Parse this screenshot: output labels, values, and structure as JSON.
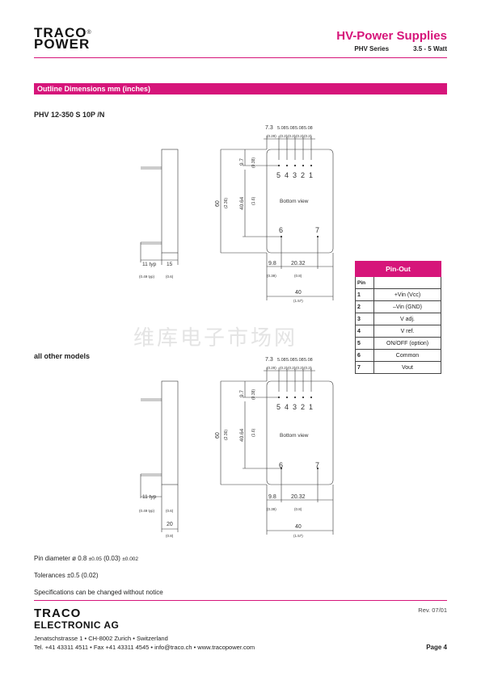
{
  "header": {
    "logo_line1": "TRACO",
    "logo_line2": "POWER",
    "logo_reg": "®",
    "title": "HV-Power Supplies",
    "series": "PHV Series",
    "power": "3.5 - 5 Watt"
  },
  "section": {
    "title": "Outline Dimensions mm (inches)"
  },
  "drawings": [
    {
      "model_label": "PHV 12-350 S 10P /N",
      "pitch_labels": [
        "7.3",
        "5.08",
        "5.08",
        "5.08",
        "5.08"
      ],
      "pitch_inch_labels": [
        "(0.29)",
        "(0.2)",
        "(0.2)",
        "(0.2)",
        "(0.2)"
      ],
      "dim_97": "9.7",
      "dim_97_in": "(0.38)",
      "dim_60": "60",
      "dim_60_in": "(2.36)",
      "dim_4064": "40.64",
      "dim_4064_in": "(1.6)",
      "pins_top": [
        "5",
        "4",
        "3",
        "2",
        "1"
      ],
      "bottom_view": "Bottom view",
      "pin6": "6",
      "pin7": "7",
      "dim_98": "9.8",
      "dim_98_in": "(0.39)",
      "dim_2032": "20.32",
      "dim_2032_in": "(0.8)",
      "dim_40": "40",
      "dim_40_in": "(1.57)",
      "dim_11": "11 typ",
      "dim_11_in": "(0.49 typ)",
      "dim_15": "15",
      "dim_15_in": "(0.6)"
    },
    {
      "model_label": "all other models",
      "pitch_labels": [
        "7.3",
        "5.08",
        "5.08",
        "5.08",
        "5.08"
      ],
      "pitch_inch_labels": [
        "(0.29)",
        "(0.2)",
        "(0.2)",
        "(0.2)",
        "(0.2)"
      ],
      "dim_97": "9.7",
      "dim_97_in": "(0.38)",
      "dim_60": "60",
      "dim_60_in": "(2.36)",
      "dim_4064": "40.64",
      "dim_4064_in": "(1.6)",
      "pins_top": [
        "5",
        "4",
        "3",
        "2",
        "1"
      ],
      "bottom_view": "Bottom view",
      "pin6": "6",
      "pin7": "7",
      "dim_98": "9.8",
      "dim_98_in": "(0.39)",
      "dim_2032": "20.32",
      "dim_2032_in": "(0.8)",
      "dim_40": "40",
      "dim_40_in": "(1.57)",
      "dim_11": "11 typ",
      "dim_11_in": "(0.49 typ)",
      "dim_06_in": "(0.6)",
      "dim_20": "20",
      "dim_20_in": "(0.8)"
    }
  ],
  "pinout": {
    "title": "Pin-Out",
    "col_header": "Pin",
    "rows": [
      {
        "pin": "1",
        "fn": "+Vin (Vcc)"
      },
      {
        "pin": "2",
        "fn": "–Vin (GND)"
      },
      {
        "pin": "3",
        "fn": "V adj."
      },
      {
        "pin": "4",
        "fn": "V ref."
      },
      {
        "pin": "5",
        "fn": "ON/OFF (option)"
      },
      {
        "pin": "6",
        "fn": "Common"
      },
      {
        "pin": "7",
        "fn": "Vout"
      }
    ]
  },
  "notes": {
    "pin_diameter_prefix": "Pin diameter ø 0.8",
    "pin_diameter_tol1": "±0.05",
    "pin_diameter_inch": "(0.03)",
    "pin_diameter_tol2": "±0.002",
    "tolerances": "Tolerances  ±0.5 (0.02)",
    "specs": "Specifications can be changed without notice"
  },
  "watermark": "维库电子市场网",
  "footer": {
    "logo_line1": "TRACO",
    "logo_line2": "ELECTRONIC AG",
    "address": "Jenatschstrasse 1 • CH-8002 Zurich • Switzerland",
    "contact": "Tel. +41 43311  4511 • Fax  +41 43311 4545 • info@traco.ch • www.tracopower.com",
    "rev": "Rev. 07/01",
    "page": "Page 4"
  },
  "colors": {
    "accent": "#d6157a"
  }
}
